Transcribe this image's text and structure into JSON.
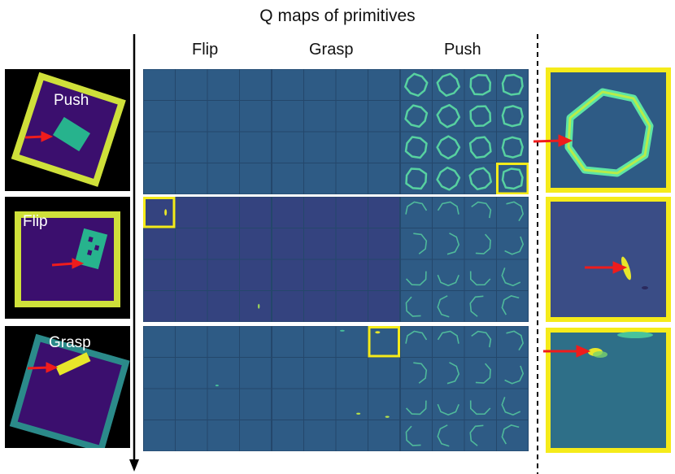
{
  "title": "Q maps of primitives",
  "columns": [
    {
      "label": "Flip"
    },
    {
      "label": "Grasp"
    },
    {
      "label": "Push"
    }
  ],
  "rows": [
    {
      "label": "Push",
      "highlight_primitive": "Push"
    },
    {
      "label": "Flip",
      "highlight_primitive": "Flip"
    },
    {
      "label": "Grasp",
      "highlight_primitive": "Grasp"
    }
  ],
  "colors": {
    "workspace": "#3b0f6e",
    "border": "#cfe03a",
    "object": "#27b38d",
    "qmap_bg": "#2e5b85",
    "qmap_dark": "#3a2f7a",
    "contour": "#57d1a0",
    "highlight_box": "#f5eb1a",
    "arrow": "#ef1c1c"
  }
}
